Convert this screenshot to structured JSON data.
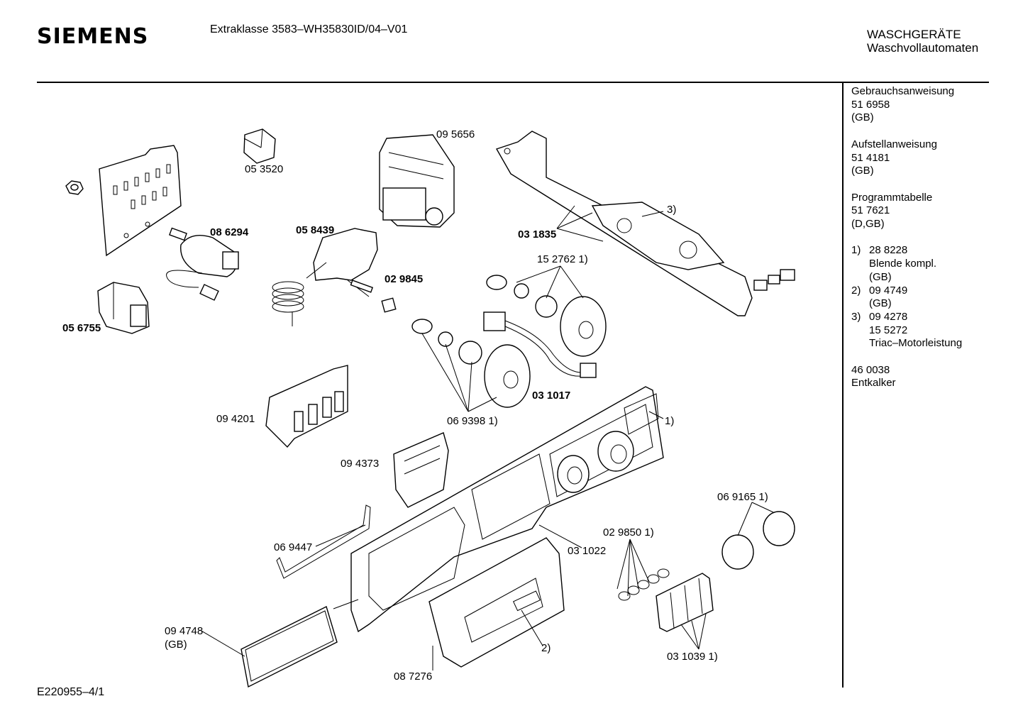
{
  "brand": "SIEMENS",
  "model": "Extraklasse 3583–WH35830ID/04–V01",
  "category": {
    "line1": "WASCHGERÄTE",
    "line2": "Waschvollautomaten"
  },
  "sidebar": {
    "docs": [
      {
        "title": "Gebrauchsanweisung",
        "number": "51 6958",
        "lang": "(GB)"
      },
      {
        "title": "Aufstellanweisung",
        "number": "51 4181",
        "lang": "(GB)"
      },
      {
        "title": "Programmtabelle",
        "number": "51 7621",
        "lang": "(D,GB)"
      }
    ],
    "notes": [
      {
        "num": "1)",
        "lines": [
          "28 8228",
          "Blende kompl.",
          "(GB)"
        ]
      },
      {
        "num": "2)",
        "lines": [
          "09 4749",
          "(GB)"
        ]
      },
      {
        "num": "3)",
        "lines": [
          "09 4278",
          "15 5272",
          "Triac–Motorleistung"
        ]
      }
    ],
    "extra": {
      "number": "46 0038",
      "title": "Entkalker"
    }
  },
  "footer": "E220955–4/1",
  "parts": [
    {
      "label": "05 3520",
      "bold": false
    },
    {
      "label": "09 5656",
      "bold": false
    },
    {
      "label": "3)",
      "bold": false
    },
    {
      "label": "08 6294",
      "bold": true
    },
    {
      "label": "05 8439",
      "bold": true
    },
    {
      "label": "03 1835",
      "bold": true
    },
    {
      "label": "15 2762 1)",
      "bold": false
    },
    {
      "label": "02 9845",
      "bold": true
    },
    {
      "label": "05 6755",
      "bold": true
    },
    {
      "label": "03 1017",
      "bold": true
    },
    {
      "label": "09 4201",
      "bold": false
    },
    {
      "label": "06 9398 1)",
      "bold": false
    },
    {
      "label": "1)",
      "bold": false
    },
    {
      "label": "09 4373",
      "bold": false
    },
    {
      "label": "06 9165 1)",
      "bold": false
    },
    {
      "label": "02 9850 1)",
      "bold": false
    },
    {
      "label": "06 9447",
      "bold": false
    },
    {
      "label": "03 1022",
      "bold": false
    },
    {
      "label": "09 4748",
      "bold": false
    },
    {
      "label": "(GB)",
      "bold": false
    },
    {
      "label": "2)",
      "bold": false
    },
    {
      "label": "08 7276",
      "bold": false
    },
    {
      "label": "03 1039 1)",
      "bold": false
    }
  ]
}
